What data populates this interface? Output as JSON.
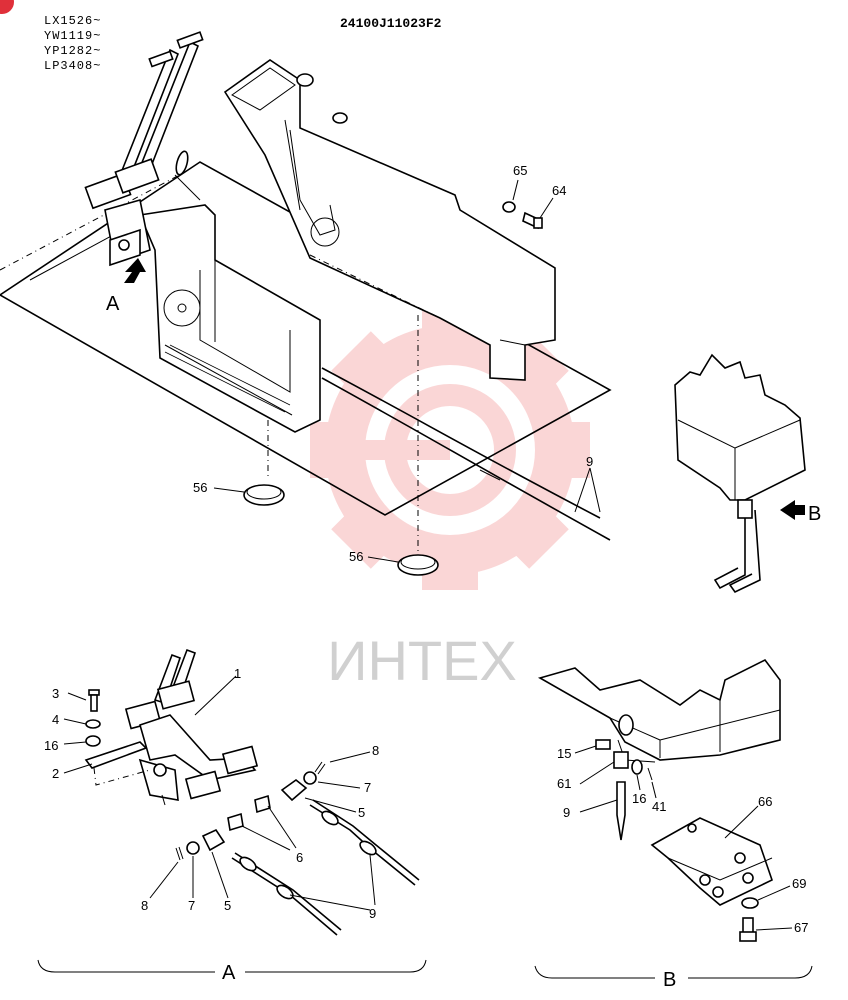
{
  "drawing_code": "24100J11023F2",
  "serial_ranges": [
    "LX1526~",
    "YW1119~",
    "YP1282~",
    "LP3408~"
  ],
  "watermark": {
    "text": "ИНТЕХ",
    "color": "#f07070"
  },
  "main_view": {
    "callouts": {
      "p56a": "56",
      "p56b": "56",
      "p65": "65",
      "p64": "64",
      "p9": "9"
    },
    "view_arrows": {
      "a": "A",
      "b": "B"
    }
  },
  "detail_a": {
    "title": "A",
    "callouts": {
      "p1": "1",
      "p3": "3",
      "p4": "4",
      "p16": "16",
      "p2": "2",
      "p8a": "8",
      "p7a": "7",
      "p5a": "5",
      "p6": "6",
      "p8b": "8",
      "p7b": "7",
      "p5b": "5",
      "p9": "9"
    }
  },
  "detail_b": {
    "title": "B",
    "callouts": {
      "p15": "15",
      "p61": "61",
      "p16": "16",
      "p41": "41",
      "p9": "9",
      "p66": "66",
      "p69": "69",
      "p67": "67"
    }
  }
}
